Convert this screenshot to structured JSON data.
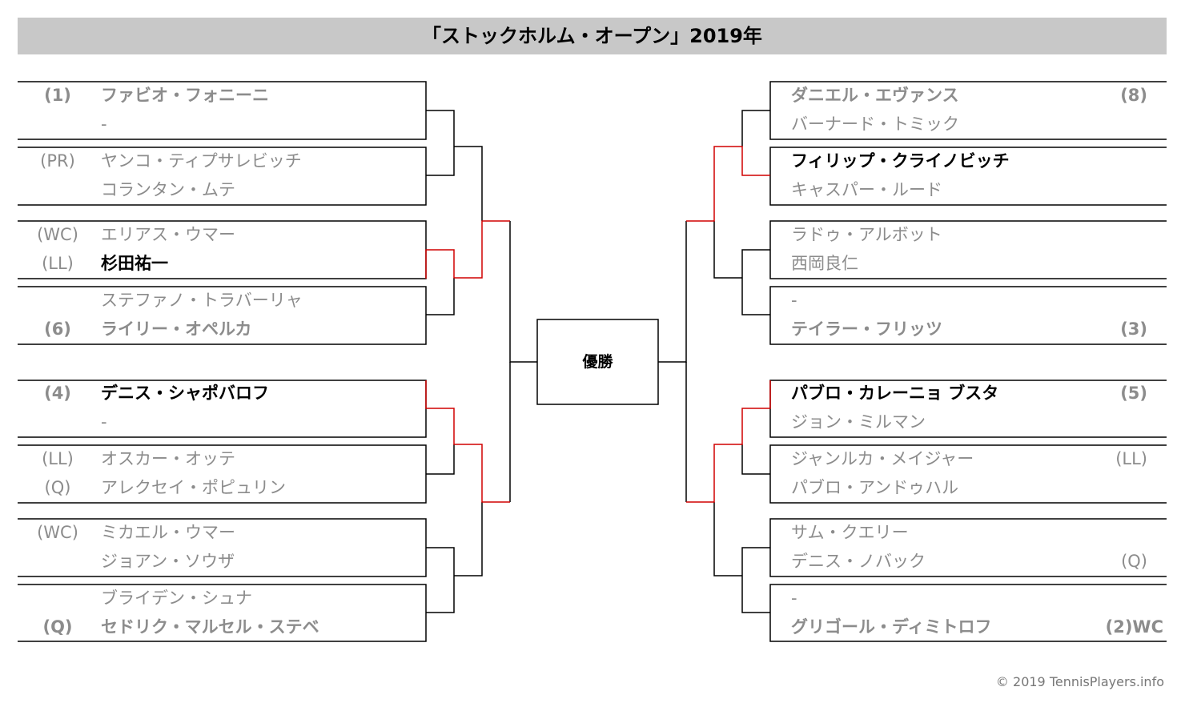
{
  "title": "「ストックホルム・オープン」2019年",
  "champion_label": "優勝",
  "copyright": "© 2019 TennisPlayers.info",
  "left": {
    "p1": {
      "seed": "(1)",
      "name": "ファビオ・フォニーニ"
    },
    "p2": {
      "seed": "",
      "name": "-"
    },
    "p3": {
      "seed": "(PR)",
      "name": "ヤンコ・ティプサレビッチ"
    },
    "p4": {
      "seed": "",
      "name": "コランタン・ムテ"
    },
    "p5": {
      "seed": "(WC)",
      "name": "エリアス・ウマー"
    },
    "p6": {
      "seed": "(LL)",
      "name": "杉田祐一"
    },
    "p7": {
      "seed": "",
      "name": "ステファノ・トラバーリャ"
    },
    "p8": {
      "seed": "(6)",
      "name": "ライリー・オペルカ"
    },
    "p9": {
      "seed": "(4)",
      "name": "デニス・シャポバロフ"
    },
    "p10": {
      "seed": "",
      "name": "-"
    },
    "p11": {
      "seed": "(LL)",
      "name": "オスカー・オッテ"
    },
    "p12": {
      "seed": "(Q)",
      "name": "アレクセイ・ポピュリン"
    },
    "p13": {
      "seed": "(WC)",
      "name": "ミカエル・ウマー"
    },
    "p14": {
      "seed": "",
      "name": "ジョアン・ソウザ"
    },
    "p15": {
      "seed": "",
      "name": "ブライデン・シュナ"
    },
    "p16": {
      "seed": "(Q)",
      "name": "セドリク・マルセル・ステベ"
    }
  },
  "right": {
    "p1": {
      "seed": "(8)",
      "name": "ダニエル・エヴァンス"
    },
    "p2": {
      "seed": "",
      "name": "バーナード・トミック"
    },
    "p3": {
      "seed": "",
      "name": "フィリップ・クライノビッチ"
    },
    "p4": {
      "seed": "",
      "name": "キャスパー・ルード"
    },
    "p5": {
      "seed": "",
      "name": "ラドゥ・アルボット"
    },
    "p6": {
      "seed": "",
      "name": "西岡良仁"
    },
    "p7": {
      "seed": "",
      "name": "-"
    },
    "p8": {
      "seed": "(3)",
      "name": "テイラー・フリッツ"
    },
    "p9": {
      "seed": "(5)",
      "name": "パブロ・カレーニョ ブスタ"
    },
    "p10": {
      "seed": "",
      "name": "ジョン・ミルマン"
    },
    "p11": {
      "seed": "(LL)",
      "name": "ジャンルカ・メイジャー"
    },
    "p12": {
      "seed": "",
      "name": "パブロ・アンドゥハル"
    },
    "p13": {
      "seed": "",
      "name": "サム・クエリー"
    },
    "p14": {
      "seed": "(Q)",
      "name": "デニス・ノバック"
    },
    "p15": {
      "seed": "",
      "name": "-"
    },
    "p16": {
      "seed": "(2)WC",
      "name": "グリゴール・ディミトロフ"
    }
  },
  "colors": {
    "title_bg": "#c8c8c8",
    "line": "#000000",
    "winner_path": "#d00000",
    "loser_text": "#8c8c8c"
  }
}
